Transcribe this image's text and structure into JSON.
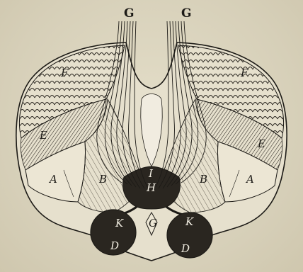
{
  "figure": {
    "labels": {
      "G_left": "G",
      "G_right": "G",
      "F_left": "F",
      "F_right": "F",
      "E_left": "E",
      "E_right": "E",
      "A_left": "A",
      "A_right": "A",
      "B_left": "B",
      "B_right": "B",
      "I": "I",
      "H": "H",
      "G_center": "G",
      "K_left": "K",
      "K_right": "K",
      "D_left": "D",
      "D_right": "D"
    },
    "colors": {
      "ink": "#1c1a16",
      "paper": "#d9d2bc",
      "dark_region": "#2a2620"
    }
  }
}
